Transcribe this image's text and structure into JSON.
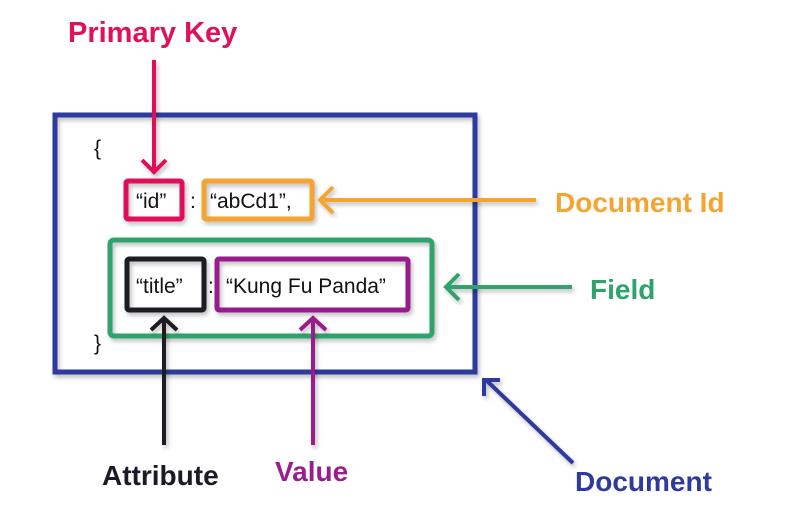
{
  "colors": {
    "primary_key": "#E0105A",
    "document_id": "#F5A431",
    "field": "#2EA46C",
    "attribute": "#1C1A24",
    "value": "#9A1E8C",
    "document": "#2E3A9E"
  },
  "labels": {
    "primary_key": "Primary Key",
    "document_id": "Document Id",
    "field": "Field",
    "attribute": "Attribute",
    "value": "Value",
    "document": "Document"
  },
  "code": {
    "open_brace": "{",
    "close_brace": "}",
    "id_key": "“id”",
    "colon1": ":",
    "id_value": "“abCd1”,",
    "title_key": "“title”",
    "colon2": ":",
    "title_value": "“Kung Fu Panda”"
  }
}
